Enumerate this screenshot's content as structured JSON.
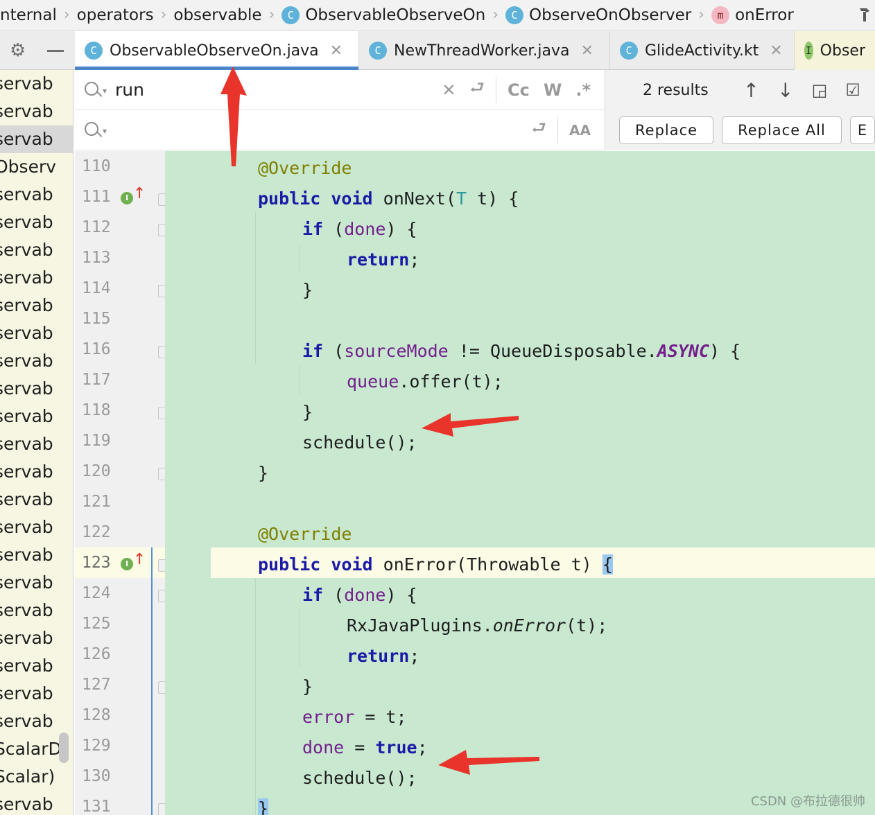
{
  "breadcrumb": {
    "items": [
      {
        "label": "nternal",
        "icon": ""
      },
      {
        "label": "operators",
        "icon": ""
      },
      {
        "label": "observable",
        "icon": ""
      },
      {
        "label": "ObservableObserveOn",
        "icon": "class-icon",
        "badge": "C"
      },
      {
        "label": "ObserveOnObserver",
        "icon": "class-icon",
        "badge": "C"
      },
      {
        "label": "onError",
        "icon": "method-icon",
        "badge": "m"
      }
    ]
  },
  "tabs": [
    {
      "label": "ObservableObserveOn.java",
      "badge": "C",
      "active": true
    },
    {
      "label": "NewThreadWorker.java",
      "badge": "C",
      "active": false
    },
    {
      "label": "GlideActivity.kt",
      "badge": "C",
      "active": false
    },
    {
      "label": "Obser",
      "badge": "I",
      "active": false
    }
  ],
  "project_list": {
    "rows": [
      "servab",
      "servab",
      "servab",
      "Observ",
      "servab",
      "servab",
      "servab",
      "servab",
      "servab",
      "servab",
      "servab",
      "servab",
      "servab",
      "servab",
      "servab",
      "servab",
      "servab",
      "servab",
      "servab",
      "servab",
      "servab",
      "servab",
      "servab",
      "servab",
      "ScalarD",
      "Scalar)",
      "servab"
    ],
    "selected_index": 2
  },
  "find": {
    "query": "run",
    "replace_value": "",
    "results": "2 results",
    "case_label": "Cc",
    "word_label": "W",
    "regex_label": ".*",
    "preserve_label": "AA",
    "replace_label": "Replace",
    "replace_all_label": "Replace All",
    "exclude_label": "E"
  },
  "editor": {
    "line_numbers": [
      "110",
      "111",
      "112",
      "113",
      "114",
      "115",
      "116",
      "117",
      "118",
      "119",
      "120",
      "121",
      "122",
      "123",
      "124",
      "125",
      "126",
      "127",
      "128",
      "129",
      "130",
      "131"
    ],
    "current_line": "123"
  },
  "watermark": "CSDN @布拉德很帅",
  "colors": {
    "code_bg": "#c8e8d0",
    "keyword": "#1a1aa6",
    "annotation": "#808000",
    "field": "#741f8c",
    "arrow": "#e8342a",
    "tab_underline": "#4a86c8"
  }
}
